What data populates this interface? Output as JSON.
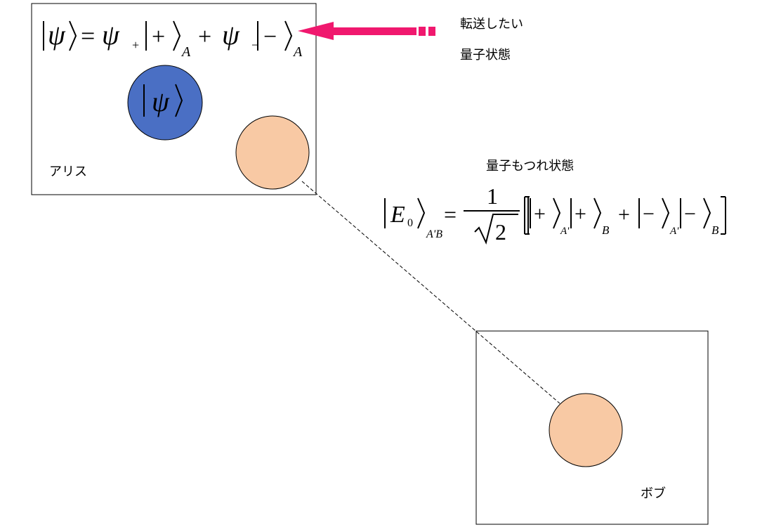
{
  "alice": {
    "label": "アリス",
    "state_formula": {
      "psi": "ψ",
      "plus": "+",
      "minus": "−",
      "sub_plus": "+",
      "sub_minus": "−",
      "sub_A": "A",
      "eq": "=",
      "add": "+"
    },
    "qubit_label": "ψ",
    "qubit_color": "#4a6fc4",
    "entangled_color": "#f8c9a4"
  },
  "bob": {
    "label": "ボブ",
    "entangled_color": "#f8c9a4"
  },
  "arrow_note": {
    "line1": "転送したい",
    "line2": "量子状態",
    "color": "#f0186e"
  },
  "entanglement": {
    "label": "量子もつれ状態",
    "formula": {
      "E": "E",
      "E_sub": "0",
      "state_sub": "A'B",
      "eq": "=",
      "numerator": "1",
      "sqrt_arg": "2",
      "plus": "+",
      "minus": "−",
      "sub_A1": "A'",
      "sub_B1": "B",
      "add": "+",
      "sub_A2": "A'",
      "sub_B2": "B"
    }
  }
}
